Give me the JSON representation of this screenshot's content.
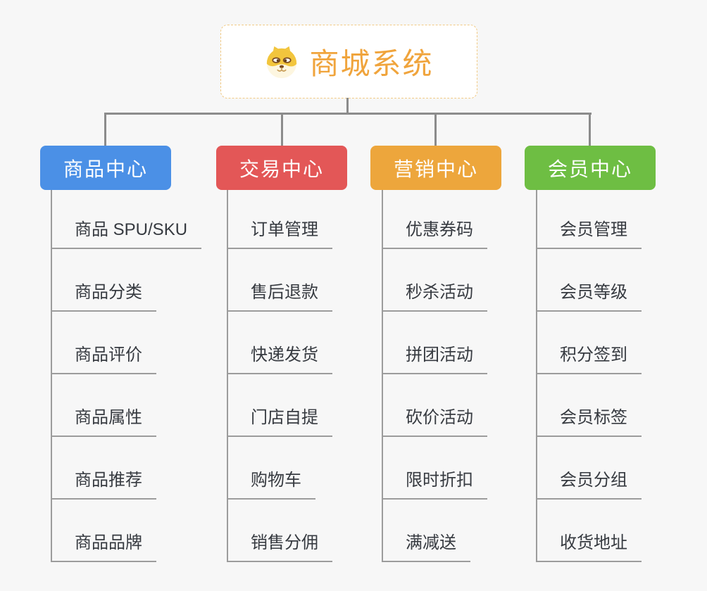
{
  "canvas": {
    "background_color": "#f7f7f7",
    "connector_color": "#8c8c8c",
    "underline_color": "#9c9c9c",
    "subtopic_text_color": "#363a40"
  },
  "root": {
    "title": "商城系统",
    "icon": "dog-face-icon",
    "title_color": "#f0a43c",
    "border_color": "#f1ca85"
  },
  "branches": [
    {
      "label": "商品中心",
      "color": "#4b90e6",
      "items": [
        "商品 SPU/SKU",
        "商品分类",
        "商品评价",
        "商品属性",
        "商品推荐",
        "商品品牌"
      ]
    },
    {
      "label": "交易中心",
      "color": "#e35757",
      "items": [
        "订单管理",
        "售后退款",
        "快递发货",
        "门店自提",
        "购物车",
        "销售分佣"
      ]
    },
    {
      "label": "营销中心",
      "color": "#eda63c",
      "items": [
        "优惠券码",
        "秒杀活动",
        "拼团活动",
        "砍价活动",
        "限时折扣",
        "满减送"
      ]
    },
    {
      "label": "会员中心",
      "color": "#6ebe43",
      "items": [
        "会员管理",
        "会员等级",
        "积分签到",
        "会员标签",
        "会员分组",
        "收货地址"
      ]
    }
  ]
}
